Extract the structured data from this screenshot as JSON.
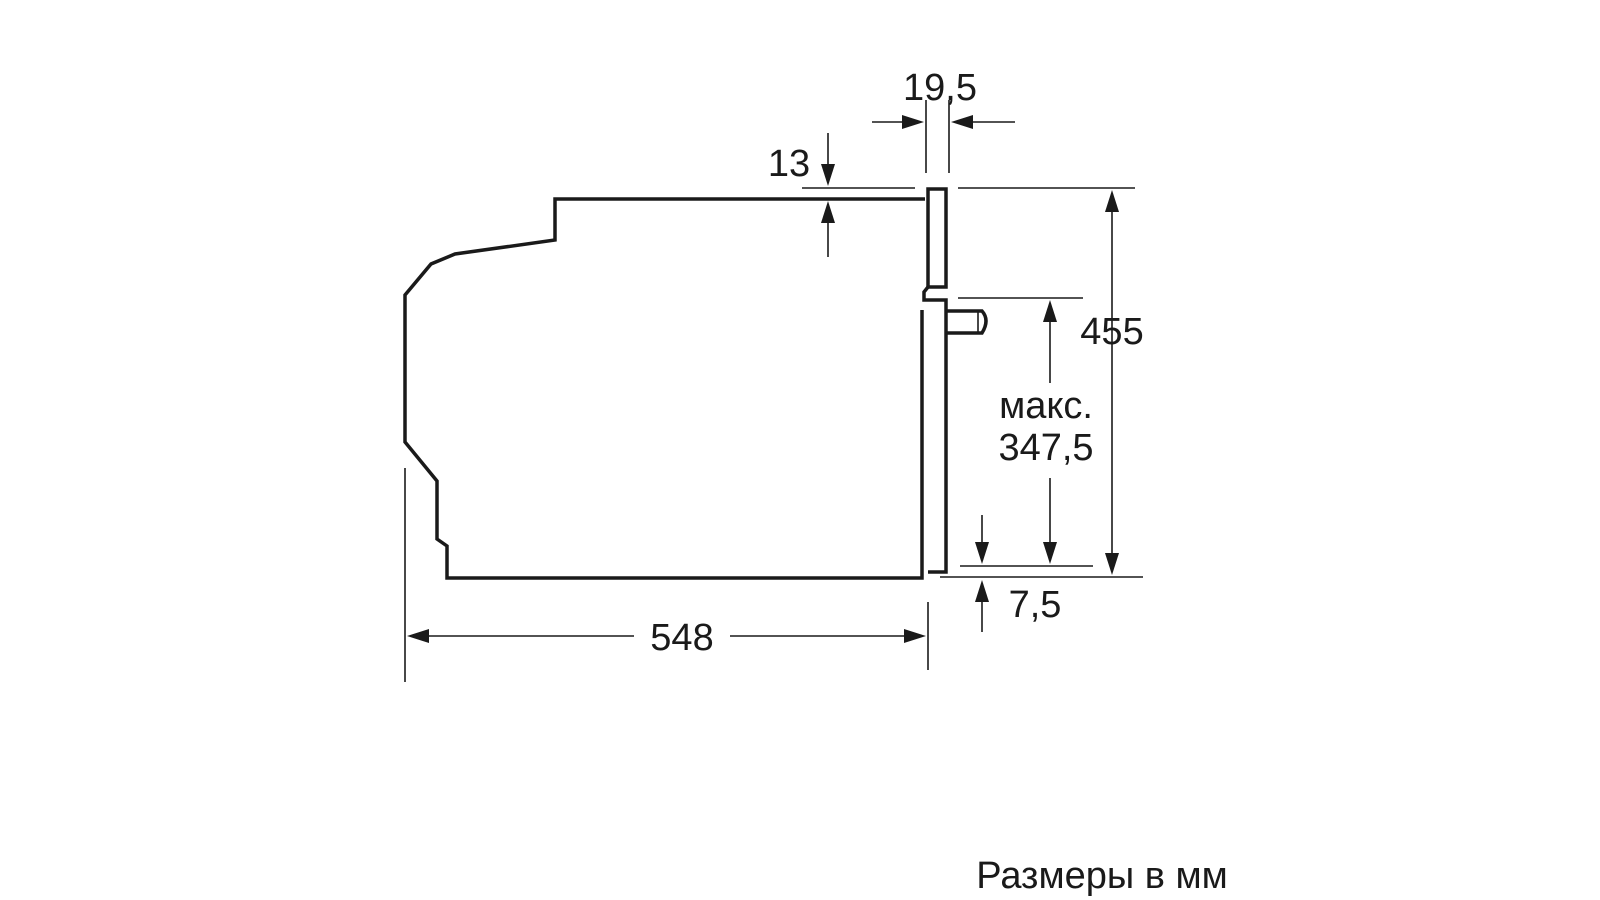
{
  "dimensions": {
    "top_gap": "13",
    "panel_thickness": "19,5",
    "total_height": "455",
    "max_label": "макс.",
    "max_value": "347,5",
    "bottom_gap": "7,5",
    "depth": "548"
  },
  "footer": {
    "units_note": "Размеры в мм"
  },
  "colors": {
    "line": "#1a1a1a",
    "background": "#ffffff"
  }
}
